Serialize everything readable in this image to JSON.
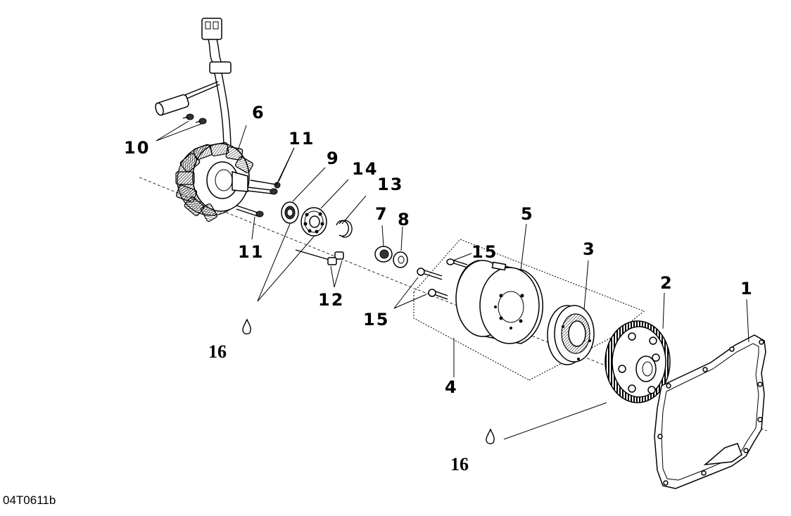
{
  "diagram": {
    "code": "04T0611b",
    "callouts": [
      {
        "id": "p1",
        "text": "1"
      },
      {
        "id": "p2",
        "text": "2"
      },
      {
        "id": "p3",
        "text": "3"
      },
      {
        "id": "p4",
        "text": "4"
      },
      {
        "id": "p5",
        "text": "5"
      },
      {
        "id": "p6",
        "text": "6"
      },
      {
        "id": "p7",
        "text": "7"
      },
      {
        "id": "p8",
        "text": "8"
      },
      {
        "id": "p9",
        "text": "9"
      },
      {
        "id": "p10",
        "text": "10"
      },
      {
        "id": "p11a",
        "text": "11"
      },
      {
        "id": "p11b",
        "text": "11"
      },
      {
        "id": "p12",
        "text": "12"
      },
      {
        "id": "p13",
        "text": "13"
      },
      {
        "id": "p14",
        "text": "14"
      },
      {
        "id": "p15a",
        "text": "15"
      },
      {
        "id": "p15b",
        "text": "15"
      },
      {
        "id": "p16a",
        "text": "16"
      },
      {
        "id": "p16b",
        "text": "16"
      }
    ]
  }
}
